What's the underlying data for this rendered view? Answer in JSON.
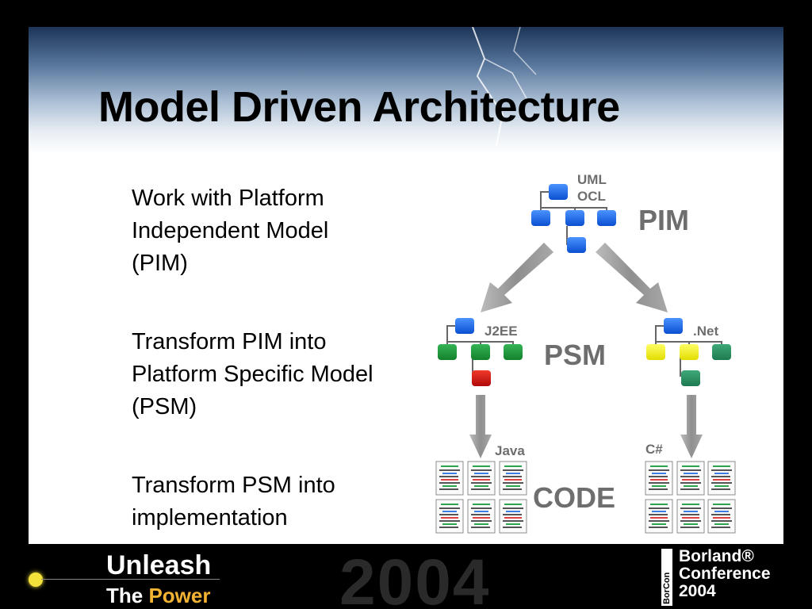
{
  "slide": {
    "title": "Model Driven Architecture",
    "bullets": [
      "Work with Platform\nIndependent Model\n(PIM)",
      "Transform PIM into\nPlatform Specific Model\n(PSM)",
      "Transform PSM into\nimplementation"
    ]
  },
  "diagram": {
    "pim": {
      "label": "PIM",
      "annotation_1": "UML",
      "annotation_2": "OCL"
    },
    "psm": {
      "label": "PSM",
      "left_platform": "J2EE",
      "right_platform": ".Net"
    },
    "code": {
      "label": "CODE",
      "left_language": "Java",
      "right_language": "C#"
    },
    "colors": {
      "blue": "#1565e8",
      "green": "#1e9a3c",
      "red": "#d01414",
      "yellow": "#f4f20e",
      "teal": "#2a8f63",
      "arrow": "#9a9a9a",
      "label_gray": "#6e6e6e"
    }
  },
  "footer": {
    "left_title": "Unleash",
    "left_sub_prefix": "The ",
    "left_sub_highlight": "Power",
    "year_watermark": "2004",
    "brand_mark": "BorCon",
    "brand_line1": "Borland®",
    "brand_line2": "Conference",
    "brand_line3": "2004"
  }
}
